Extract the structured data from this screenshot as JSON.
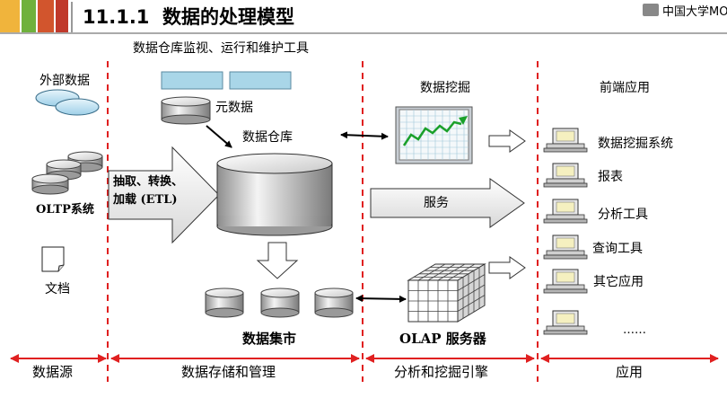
{
  "slide": {
    "title": "11.1.1  数据的处理模型",
    "watermark": "中国大学MO",
    "colors": {
      "stripe1": "#f0b43c",
      "stripe2": "#6fb13c",
      "stripe3": "#d2552d",
      "stripe4": "#c0392b",
      "divider": "#e02020",
      "tile": "#a9d6e8",
      "chart_line": "#1aa02a"
    }
  },
  "diagram": {
    "toolbar_label": "数据仓库监视、运行和维护工具",
    "external_data": "外部数据",
    "oltp": "OLTP系统",
    "documents": "文档",
    "metadata": "元数据",
    "warehouse": "数据仓库",
    "etl_line1": "抽取、转换、",
    "etl_line2": "加载 (ETL)",
    "data_mining": "数据挖掘",
    "service": "服务",
    "data_marts": "数据集市",
    "olap": "OLAP 服务器",
    "frontend": "前端应用",
    "apps": [
      "数据挖掘系统",
      "报表",
      "分析工具",
      "查询工具",
      "其它应用",
      "……"
    ],
    "bottom_labels": [
      "数据源",
      "数据存储和管理",
      "分析和挖掘引擎",
      "应用"
    ]
  }
}
